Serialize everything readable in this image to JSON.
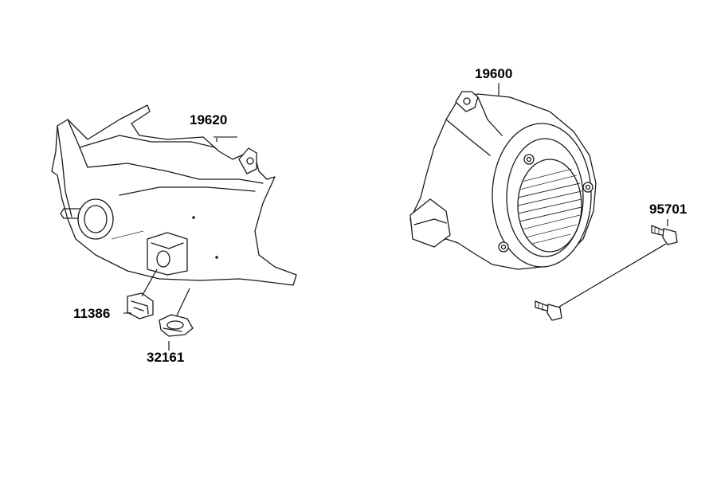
{
  "diagram": {
    "part_numbers": {
      "shroud": "19620",
      "cover": "19600",
      "bolt": "95701",
      "clip": "11386",
      "clamp": "32161"
    }
  }
}
